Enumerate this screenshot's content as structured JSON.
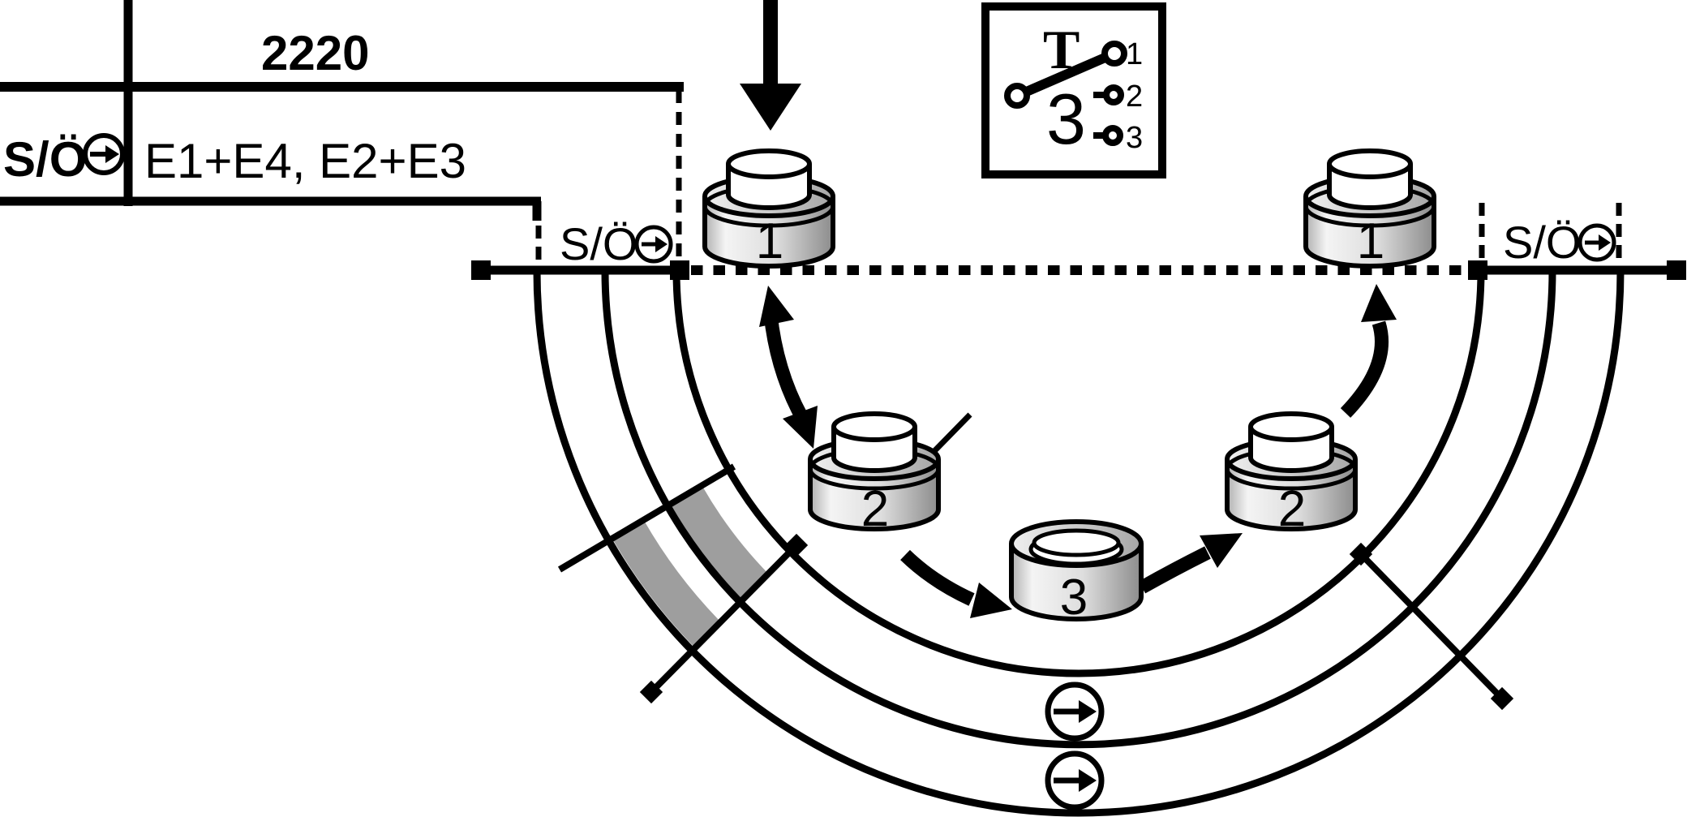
{
  "table": {
    "product_code": "2220",
    "row_label": "S/Ö",
    "row_value": "E1+E4, E2+E3"
  },
  "position_markers": {
    "left_label": "S/Ö",
    "right_label": "S/Ö"
  },
  "rotary_switch_box": {
    "letter": "T",
    "positions_count": "3",
    "terminals": [
      "1",
      "2",
      "3"
    ]
  },
  "buttons": [
    {
      "label": "1",
      "state": "raised"
    },
    {
      "label": "2",
      "state": "raised"
    },
    {
      "label": "3",
      "state": "pressed"
    },
    {
      "label": "2",
      "state": "raised"
    },
    {
      "label": "1",
      "state": "raised"
    }
  ],
  "icons": {
    "direction_symbol": "circle-right-arrow"
  },
  "colors": {
    "line": "#000000",
    "sector_highlight": "#9e9e9e",
    "background": "#ffffff",
    "button_light": "#f4f4f4",
    "button_dark": "#8c8c8c"
  }
}
